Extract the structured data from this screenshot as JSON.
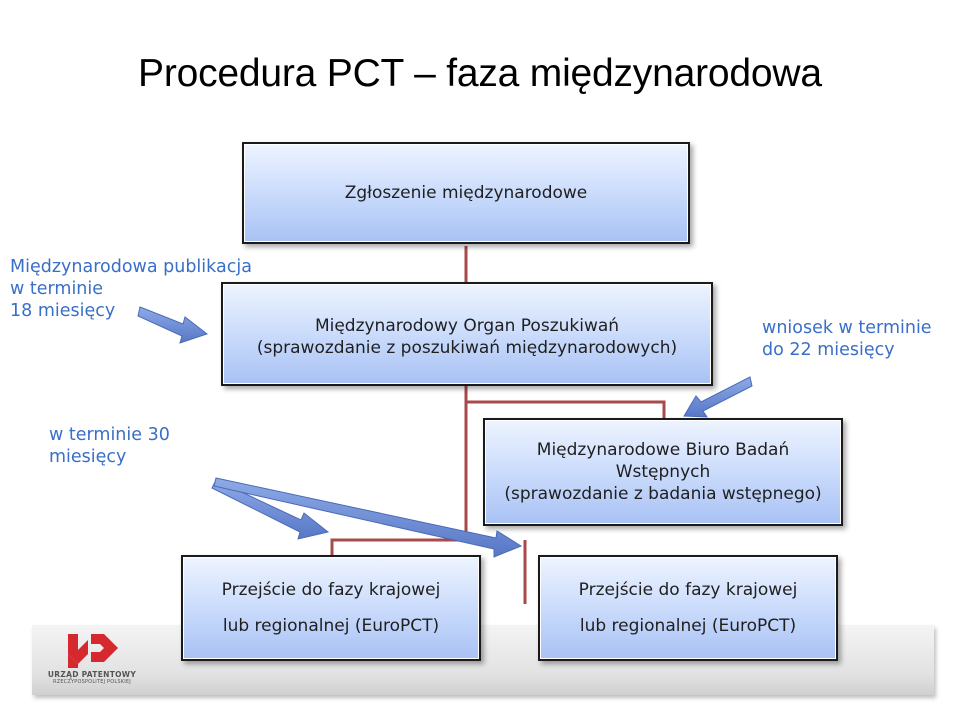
{
  "title": "Procedura PCT – faza międzynarodowa",
  "boxes": {
    "filing": {
      "lines": [
        "Zgłoszenie międzynarodowe"
      ]
    },
    "isa": {
      "lines": [
        "Międzynarodowy Organ Poszukiwań",
        "(sprawozdanie z poszukiwań międzynarodowych)"
      ]
    },
    "ipea": {
      "lines": [
        "Międzynarodowe Biuro Badań",
        "Wstępnych",
        "(sprawozdanie z badania wstępnego)"
      ]
    },
    "national_left": {
      "lines": [
        "Przejście do fazy krajowej",
        "lub regionalnej (EuroPCT)"
      ]
    },
    "national_right": {
      "lines": [
        "Przejście do fazy krajowej",
        "lub regionalnej (EuroPCT)"
      ]
    }
  },
  "notes": {
    "publication": [
      "Międzynarodowa publikacja",
      "w terminie",
      "18 miesięcy"
    ],
    "demand": [
      "wniosek w terminie",
      "do 22 miesięcy"
    ],
    "thirty_months": [
      "w terminie 30",
      "miesięcy"
    ]
  },
  "logo": {
    "line1": "URZĄD PATENTOWY",
    "line2": "RZECZYPOSPOLITEJ POLSKIEJ"
  },
  "colors": {
    "note_text": "#3a6fc8",
    "connector": "#a84a4a",
    "arrow_fill": "#6e8fd6",
    "logo_red": "#d6282f"
  }
}
